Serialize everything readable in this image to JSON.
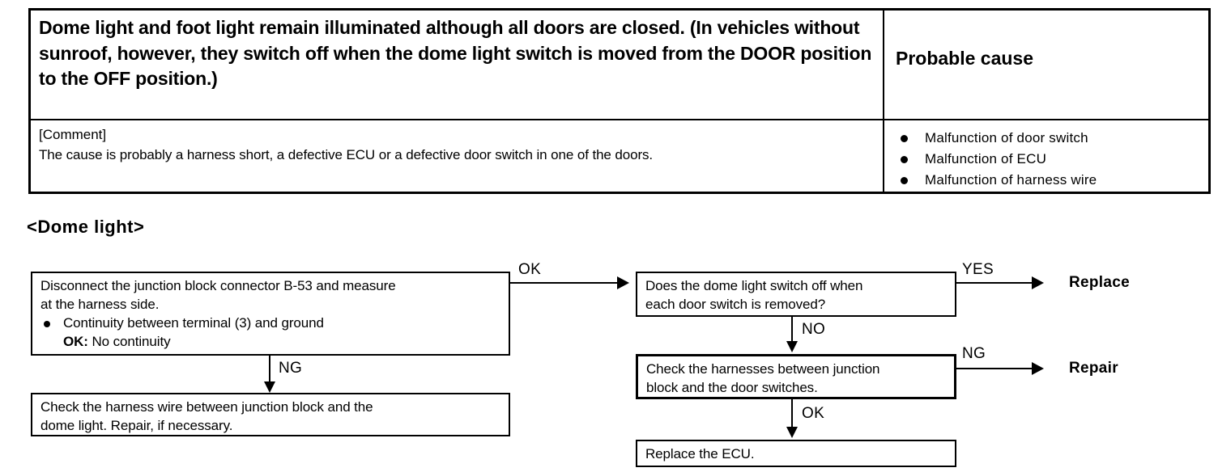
{
  "symptom_table": {
    "symptom": "Dome light and foot light remain illuminated although all doors are closed.  (In vehicles without sunroof, however, they switch off when the dome light switch is moved from the DOOR position to the OFF position.)",
    "probable_cause_header": "Probable cause",
    "comment_label": "[Comment]",
    "comment_text": "The cause is probably a harness short, a defective ECU or a defective door switch in one of the doors.",
    "causes": [
      "Malfunction of door switch",
      "Malfunction of ECU",
      "Malfunction of harness wire"
    ]
  },
  "section": {
    "heading": "<Dome light>"
  },
  "flow": {
    "box_disconnect": {
      "line1": "Disconnect the junction block connector B-53 and measure",
      "line2": "at the harness side.",
      "bullet": "Continuity between terminal (3) and ground",
      "ok_prefix": "OK:",
      "ok_value": " No continuity"
    },
    "box_check_harness_wire": {
      "line1": "Check the harness wire between junction block and the",
      "line2": "dome light. Repair, if necessary."
    },
    "box_dome_switch_q": {
      "line1": "Does the dome light switch off when",
      "line2": "each door switch is removed?"
    },
    "box_check_harnesses": {
      "line1": "Check the harnesses between junction",
      "line2": "block and the door switches."
    },
    "box_replace_ecu": {
      "line1": "Replace the ECU."
    },
    "labels": {
      "ok_to_right": "OK",
      "ng_down_left": "NG",
      "yes_to_replace": "YES",
      "no_down": "NO",
      "ng_to_repair": "NG",
      "ok_down": "OK"
    },
    "results": {
      "replace": "Replace",
      "repair": "Repair"
    }
  },
  "colors": {
    "ink": "#000000",
    "paper": "#ffffff"
  }
}
